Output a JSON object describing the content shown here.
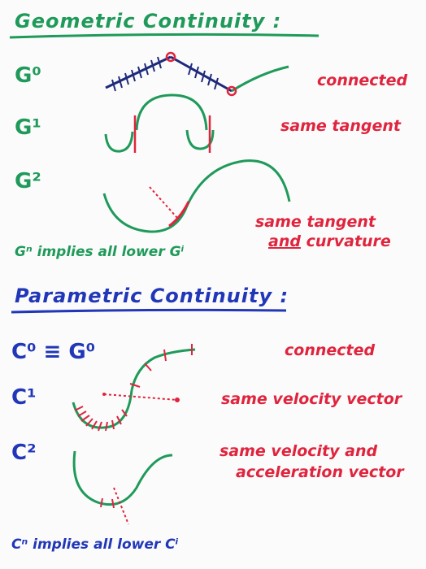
{
  "colors": {
    "green": "#1f9a5a",
    "red": "#e0243e",
    "blue": "#2137b8",
    "navy": "#1e2a7a"
  },
  "geometric": {
    "title": "Geometric Continuity :",
    "levels": [
      {
        "label": "G⁰",
        "description": "connected"
      },
      {
        "label": "G¹",
        "description": "same tangent"
      },
      {
        "label": "G²",
        "description_line1": "same tangent",
        "description_line2_underlined": "and",
        "description_line2_rest": "curvature"
      }
    ],
    "summary": "Gⁿ implies all lower Gⁱ"
  },
  "parametric": {
    "title": "Parametric Continuity :",
    "levels": [
      {
        "label": "C⁰ ≡ G⁰",
        "description": "connected"
      },
      {
        "label": "C¹",
        "description": "same velocity vector"
      },
      {
        "label": "C²",
        "description_line1": "same velocity and",
        "description_line2": "acceleration vector"
      }
    ],
    "summary": "Cⁿ implies all lower Cⁱ"
  }
}
